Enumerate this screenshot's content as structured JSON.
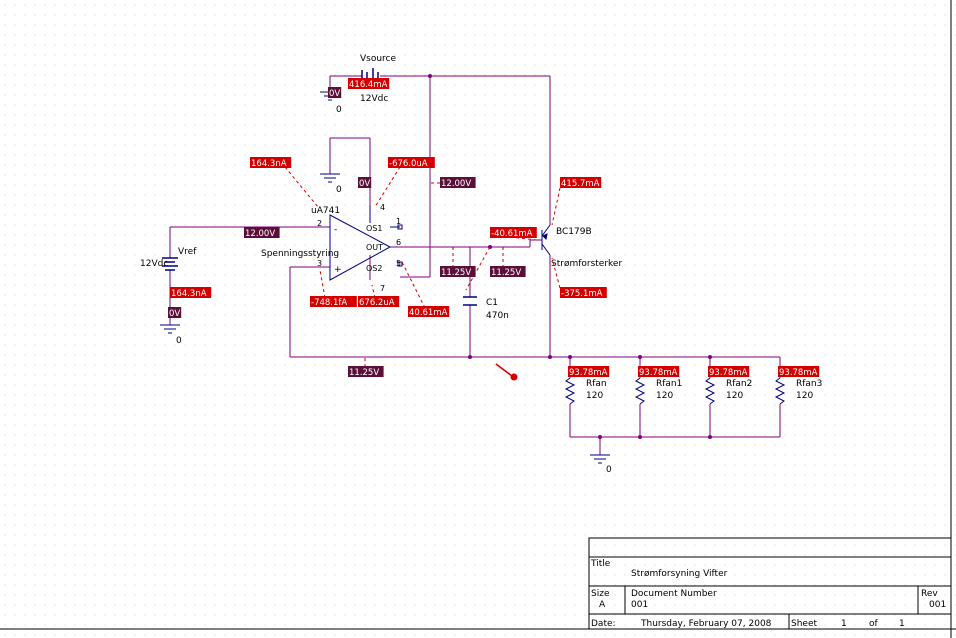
{
  "colors": {
    "wire": "#800080",
    "component": "#000080",
    "current_label_bg": "#d40000",
    "voltage_label_bg": "#5a1038",
    "label_text": "#ffffff",
    "grid_dot": "#c8c8c8",
    "dash": "#d40000",
    "border": "#000000"
  },
  "components": {
    "vsource": {
      "name": "Vsource",
      "value": "12Vdc"
    },
    "vref": {
      "name": "Vref",
      "value": "12Vdc"
    },
    "opamp": {
      "name": "uA741",
      "label": "Spenningsstyring",
      "pins": {
        "p1": "1",
        "p2": "2",
        "p3": "3",
        "p4": "4",
        "p5": "5",
        "p6": "6",
        "p7": "7"
      },
      "pin_names": {
        "os1": "OS1",
        "os2": "OS2",
        "out": "OUT",
        "plus": "+",
        "minus": "-"
      }
    },
    "transistor": {
      "name": "BC179B",
      "label": "Strømforsterker"
    },
    "capacitor": {
      "name": "C1",
      "value": "470n"
    },
    "resistors": [
      {
        "name": "Rfan",
        "value": "120"
      },
      {
        "name": "Rfan1",
        "value": "120"
      },
      {
        "name": "Rfan2",
        "value": "120"
      },
      {
        "name": "Rfan3",
        "value": "120"
      }
    ],
    "grounds": [
      "0",
      "0",
      "0",
      "0"
    ]
  },
  "labels": {
    "current": {
      "vsource": "416.4mA",
      "opamp_in_minus": "164.3nA",
      "opamp_v_plus": "-676.0uA",
      "vref": "164.3nA",
      "transistor_e": "415.7mA",
      "transistor_b": "-40.61mA",
      "transistor_c": "-375.1mA",
      "opamp_in_plus": "-748.1fA",
      "opamp_v_minus": "676.2uA",
      "opamp_out": "40.61mA",
      "rfan": "93.78mA",
      "rfan1": "93.78mA",
      "rfan2": "93.78mA",
      "rfan3": "93.78mA"
    },
    "voltage": {
      "vsource_gnd": "0V",
      "gnd_top": "0V",
      "supply": "12.00V",
      "vref_plus": "12.00V",
      "vref_gnd": "0V",
      "out_node_a": "11.25V",
      "out_node_b": "11.25V",
      "feedback": "11.25V"
    }
  },
  "title_block": {
    "title_label": "Title",
    "title": "Strømforsyning Vifter",
    "size_label": "Size",
    "size": "A",
    "docnum_label": "Document Number",
    "docnum": "001",
    "rev_label": "Rev",
    "rev": "001",
    "date_label": "Date:",
    "date": "Thursday, February 07, 2008",
    "sheet_label": "Sheet",
    "sheet": "1",
    "of_label": "of",
    "of": "1"
  }
}
